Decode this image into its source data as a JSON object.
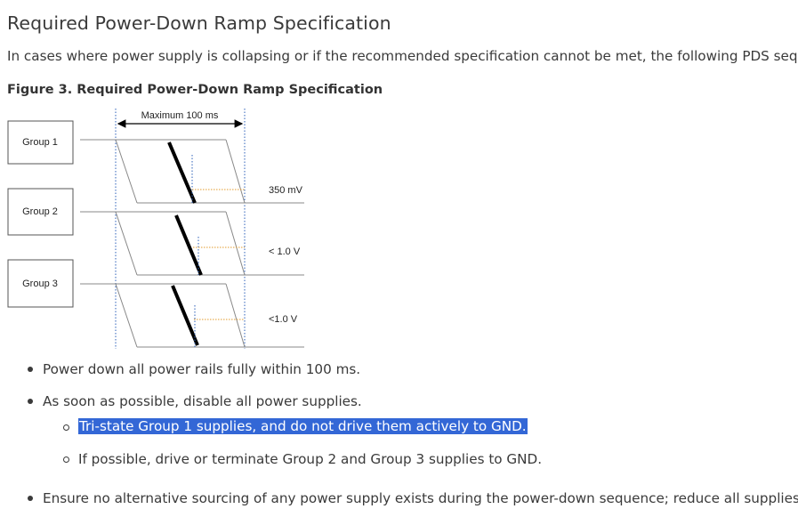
{
  "heading": "Required Power-Down Ramp Specification",
  "intro_text": "In cases where power supply is collapsing or if the recommended specification cannot be met, the following PDS sequence i",
  "figure": {
    "caption": "Figure 3. Required Power-Down Ramp Specification",
    "max_label": "Maximum 100 ms",
    "groups": [
      "Group 1",
      "Group 2",
      "Group 3"
    ],
    "threshold_labels": [
      "350 mV",
      "< 1.0 V",
      "<1.0 V"
    ]
  },
  "bullets": {
    "item1": "Power down all power rails fully within 100 ms.",
    "item2": "As soon as possible, disable all power supplies.",
    "sub1_highlighted": "Tri-state Group 1 supplies, and do not drive them actively to GND.",
    "sub2": "If possible, drive or terminate Group 2 and Group 3 supplies to GND.",
    "item3": "Ensure no alternative sourcing of any power supply exists during the power-down sequence; reduce all supplies mono"
  }
}
